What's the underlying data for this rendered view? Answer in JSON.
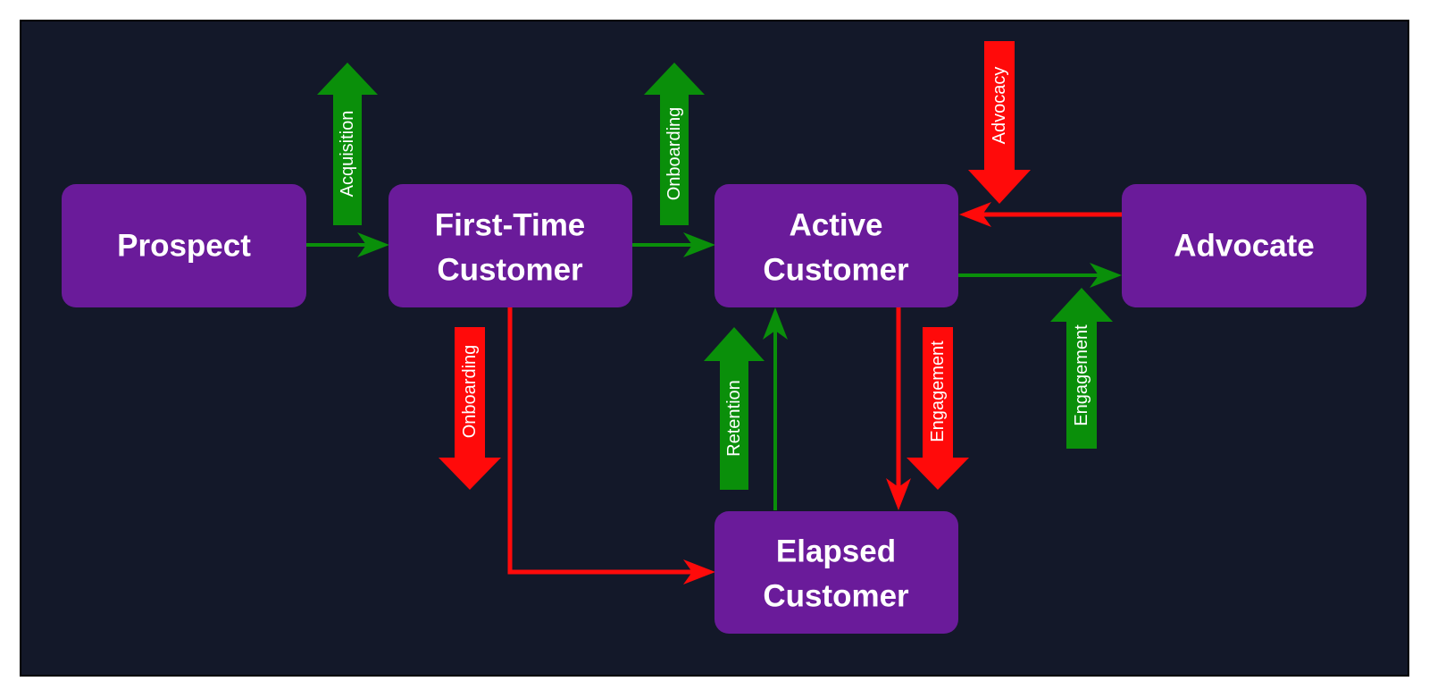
{
  "colors": {
    "background": "#131829",
    "node_fill": "#6a1b9a",
    "positive": "#0a8f0a",
    "negative": "#ff0a0a",
    "text": "#ffffff"
  },
  "nodes": {
    "prospect": {
      "lines": [
        "Prospect"
      ]
    },
    "first_time": {
      "lines": [
        "First-Time",
        "Customer"
      ]
    },
    "active": {
      "lines": [
        "Active",
        "Customer"
      ]
    },
    "advocate": {
      "lines": [
        "Advocate"
      ]
    },
    "elapsed": {
      "lines": [
        "Elapsed",
        "Customer"
      ]
    }
  },
  "labels": {
    "acquisition": "Acquisition",
    "onboarding_up": "Onboarding",
    "advocacy": "Advocacy",
    "onboarding_down": "Onboarding",
    "retention": "Retention",
    "engagement_down": "Engagement",
    "engagement_up": "Engagement"
  }
}
